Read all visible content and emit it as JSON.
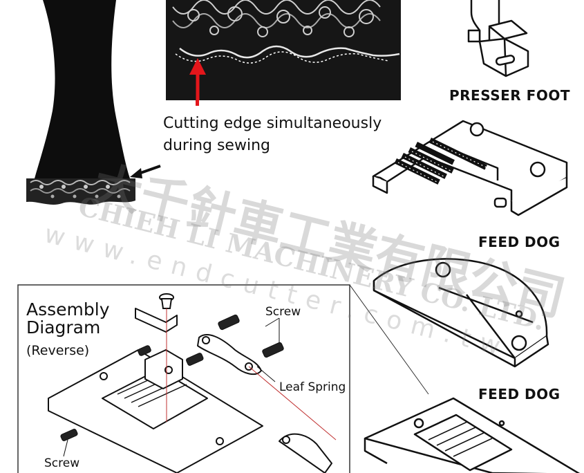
{
  "caption": {
    "line1": "Cutting edge simultaneously",
    "line2": "during sewing"
  },
  "parts": {
    "presser_foot": "PRESSER FOOT",
    "feed_dog_1": "FEED DOG",
    "feed_dog_2": "FEED DOG"
  },
  "assembly": {
    "title_line1": "Assembly",
    "title_line2": "Diagram",
    "subtitle": "(Reverse)",
    "labels": {
      "screw_top": "Screw",
      "leaf_spring": "Leaf Spring",
      "screw_bottom": "Screw"
    }
  },
  "watermark": {
    "company_zh": "大千針車工業有限公司",
    "company_en": "CHIEH LI MACHINERY CO. LTD.",
    "url": "www.endcutter.com.tw"
  },
  "colors": {
    "arrow": "#e3161b",
    "ink": "#111111",
    "lace": "#1a1a1a"
  }
}
